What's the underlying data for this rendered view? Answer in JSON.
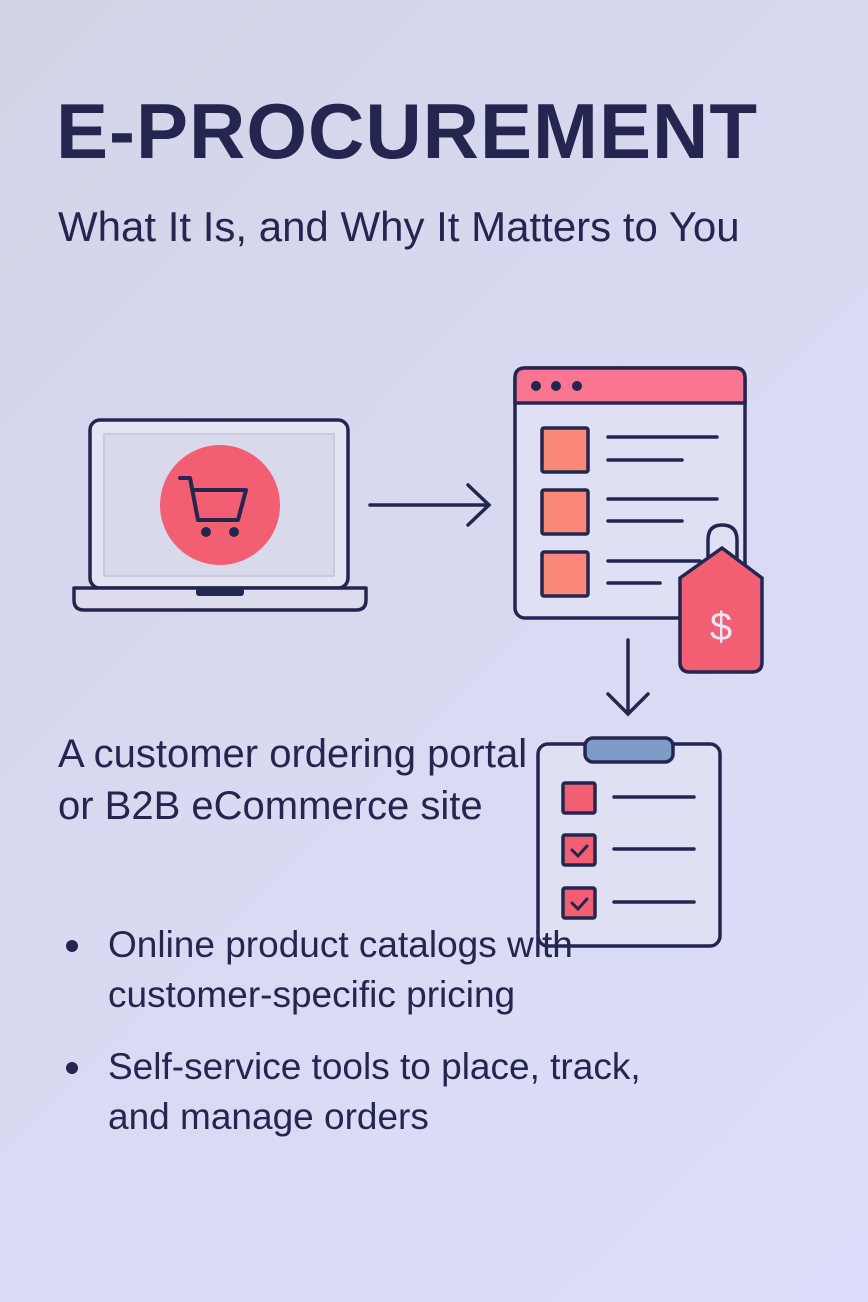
{
  "title": "E-PROCUREMENT",
  "subtitle": "What It Is, and Why It Matters to You",
  "heading": "A customer ordering portal or B2B eCommerce site",
  "bullets": [
    "Online product catalogs with customer-specific pricing",
    "Self-service tools to place, track, and manage orders"
  ],
  "icons": [
    "laptop-cart-icon",
    "arrow-right-icon",
    "catalog-window-icon",
    "price-tag-icon",
    "arrow-down-icon",
    "checklist-clipboard-icon"
  ],
  "price_tag_symbol": "$",
  "colors": {
    "text": "#242650",
    "accent": "#f25f72",
    "accent_light": "#f98879",
    "clip": "#7f9cc8"
  }
}
